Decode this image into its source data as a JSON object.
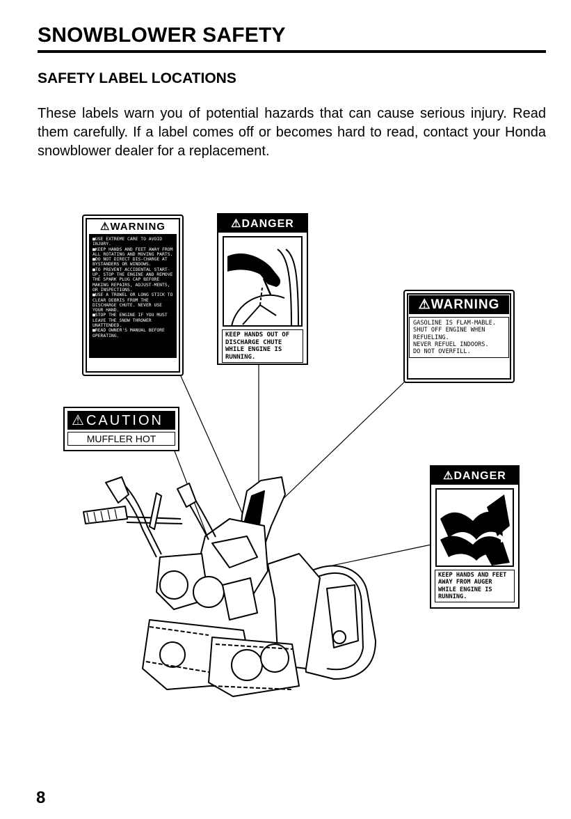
{
  "page": {
    "title": "SNOWBLOWER SAFETY",
    "section_title": "SAFETY LABEL LOCATIONS",
    "intro": "These labels warn you of potential hazards that can cause serious injury. Read them carefully. If a label comes off or becomes hard to read, contact your Honda snowblower dealer for a replacement.",
    "page_number": "8"
  },
  "labels": {
    "warning_operating": {
      "header": "WARNING",
      "items": [
        "USE EXTREME CARE TO AVOID INJURY.",
        "KEEP HANDS AND FEET AWAY FROM ALL ROTATING AND MOVING PARTS.",
        "DO NOT DIRECT DIS-CHARGE AT BYSTANDERS OR WINDOWS.",
        "TO PREVENT ACCIDENTAL START-UP, STOP THE ENGINE AND REMOVE THE SPARK PLUG CAP BEFORE MAKING REPAIRS, ADJUST-MENTS, OR INSPECTIONS.",
        "USE A TROWEL OR LONG STICK TO CLEAR DEBRIS FROM THE DISCHARGE CHUTE. NEVER USE YOUR HAND.",
        "STOP THE ENGINE IF YOU MUST LEAVE THE SNOW THROWER UNATTENDED.",
        "READ OWNER'S MANUAL BEFORE OPERATING."
      ]
    },
    "danger_chute": {
      "header": "DANGER",
      "text": "KEEP HANDS OUT OF DISCHARGE CHUTE WHILE ENGINE IS RUNNING."
    },
    "warning_fuel": {
      "header": "WARNING",
      "items": [
        "GASOLINE IS FLAM-MABLE.",
        "SHUT OFF ENGINE WHEN REFUELING.",
        "NEVER REFUEL INDOORS.",
        "DO NOT OVERFILL."
      ]
    },
    "caution_muffler": {
      "header": "CAUTION",
      "text": "MUFFLER HOT"
    },
    "danger_auger": {
      "header": "DANGER",
      "text": "KEEP HANDS AND FEET AWAY FROM AUGER WHILE ENGINE IS RUNNING."
    }
  }
}
